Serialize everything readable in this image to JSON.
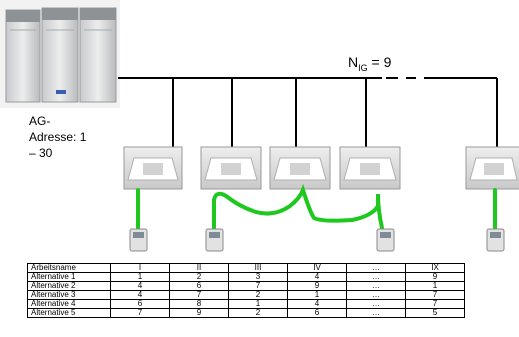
{
  "diagram": {
    "ag_label_line1": "AG-",
    "ag_label_line2": "Adresse: 1",
    "ag_label_line3": "– 30",
    "nig_symbol": "N",
    "nig_sub": "IG",
    "nig_value": "= 9",
    "line_color": "#000000",
    "group_link_color": "#1ec81e"
  },
  "table": {
    "header": [
      "Arbeitsname",
      "I",
      "II",
      "III",
      "IV",
      "…",
      "IX"
    ],
    "rows": [
      [
        "Alternative 1",
        "1",
        "2",
        "3",
        "4",
        "…",
        "9"
      ],
      [
        "Alternative 2",
        "4",
        "6",
        "7",
        "9",
        "…",
        "1"
      ],
      [
        "Alternative 3",
        "4",
        "7",
        "2",
        "1",
        "…",
        "7"
      ],
      [
        "Alternative 4",
        "6",
        "8",
        "1",
        "4",
        "…",
        "7"
      ],
      [
        "Alternative 5",
        "7",
        "9",
        "2",
        "6",
        "…",
        "5"
      ]
    ]
  }
}
